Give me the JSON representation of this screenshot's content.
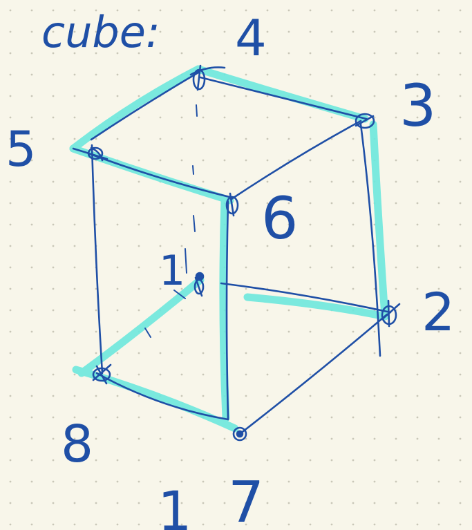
{
  "note": {
    "title": "cube:",
    "background_color": "#f8f6ea",
    "ink_color": "#1f4fa6",
    "highlight_color": "#6de8dd",
    "grid_dot_color": "#c9c7b8",
    "vertex_labels": [
      "1",
      "2",
      "3",
      "4",
      "5",
      "6",
      "7",
      "8"
    ],
    "extra_mark": "1"
  }
}
